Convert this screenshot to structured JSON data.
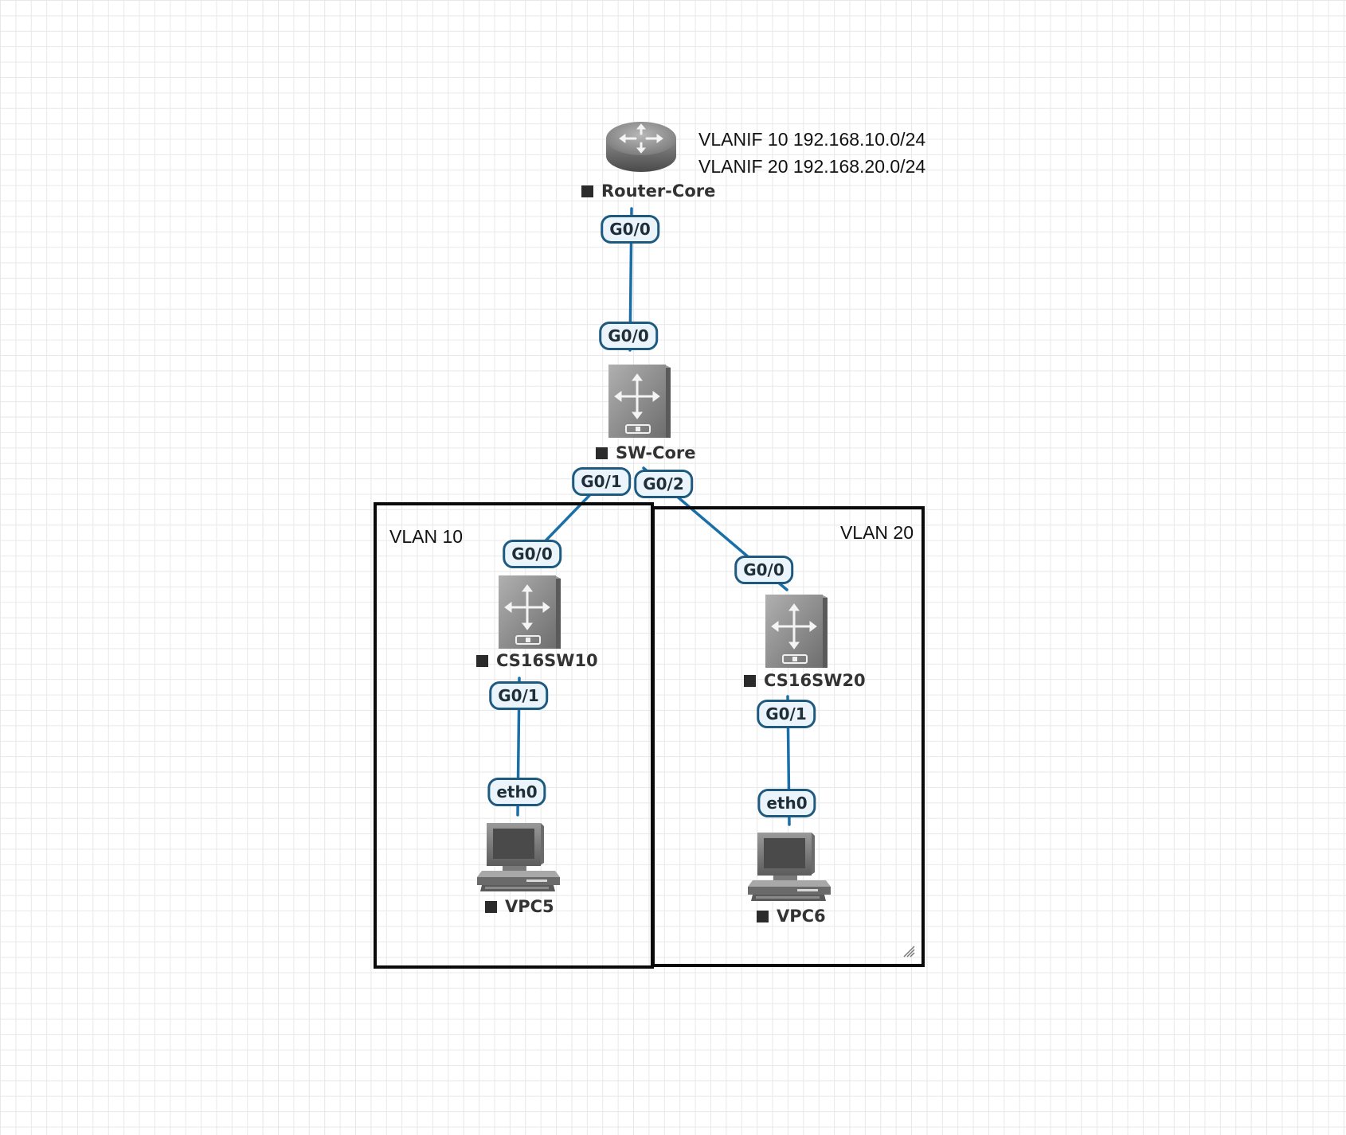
{
  "canvas": {
    "background": "#ffffff",
    "grid_color": "#e8e8e8",
    "link_color": "#1b6fa8",
    "port_border_color": "#1e5a80",
    "port_fill_color": "#eaf4fa"
  },
  "annotation": {
    "lines": [
      "VLANIF 10 192.168.10.0/24",
      "VLANIF 20 192.168.20.0/24"
    ]
  },
  "groups": [
    {
      "id": "vlan10",
      "label": "VLAN 10"
    },
    {
      "id": "vlan20",
      "label": "VLAN 20"
    }
  ],
  "nodes": [
    {
      "id": "router-core",
      "label": "Router-Core",
      "type": "router",
      "icon": "router-icon",
      "status": "stopped"
    },
    {
      "id": "sw-core",
      "label": "SW-Core",
      "type": "switch",
      "icon": "switch-icon",
      "status": "stopped"
    },
    {
      "id": "cs16sw10",
      "label": "CS16SW10",
      "type": "switch",
      "icon": "switch-icon",
      "status": "stopped"
    },
    {
      "id": "cs16sw20",
      "label": "CS16SW20",
      "type": "switch",
      "icon": "switch-icon",
      "status": "stopped"
    },
    {
      "id": "vpc5",
      "label": "VPC5",
      "type": "vpc",
      "icon": "pc-icon",
      "status": "stopped"
    },
    {
      "id": "vpc6",
      "label": "VPC6",
      "type": "vpc",
      "icon": "pc-icon",
      "status": "stopped"
    }
  ],
  "links": [
    {
      "from": "Router-Core",
      "from_port": "G0/0",
      "to": "SW-Core",
      "to_port": "G0/0"
    },
    {
      "from": "SW-Core",
      "from_port": "G0/1",
      "to": "CS16SW10",
      "to_port": "G0/0"
    },
    {
      "from": "SW-Core",
      "from_port": "G0/2",
      "to": "CS16SW20",
      "to_port": "G0/0"
    },
    {
      "from": "CS16SW10",
      "from_port": "G0/1",
      "to": "VPC5",
      "to_port": "eth0"
    },
    {
      "from": "CS16SW20",
      "from_port": "G0/1",
      "to": "VPC6",
      "to_port": "eth0"
    }
  ]
}
